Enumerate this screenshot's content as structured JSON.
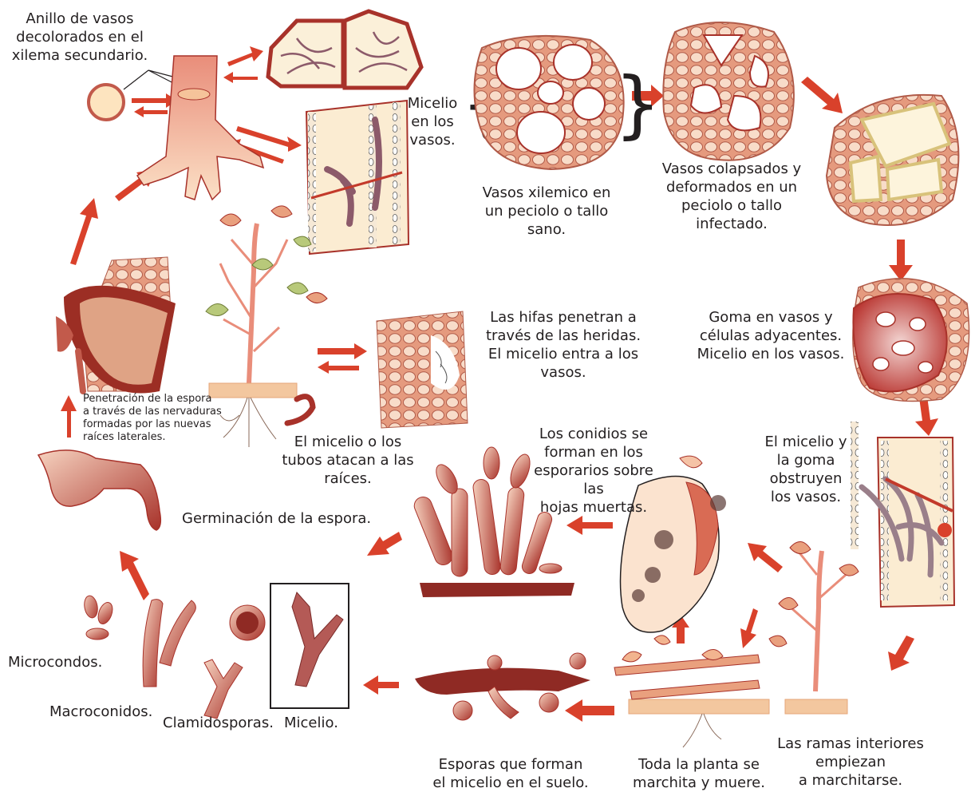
{
  "labels": {
    "ring": "Anillo de vasos\ndecolorados en el\nxilema secundario.",
    "mycelium_vessels": "Micelio\nen los\nvasos.",
    "healthy_vessels": "Vasos xilemico en\nun peciolo o tallo\nsano.",
    "collapsed_vessels": "Vasos colapsados y\ndeformados en un\npeciolo o tallo\ninfectado.",
    "gum": "Goma en vasos y\ncélulas adyacentes.\nMicelio en los vasos.",
    "hyphae": "Las hifas penetran a\ntravés de las heridas.\nEl micelio entra a los\nvasos.",
    "penetration": "Penetración de la espora\na través de las nervaduras\nformadas por las nuevas\nraíces laterales.",
    "roots_attack": "El micelio o los\ntubos atacan a las\nraíces.",
    "conidia": "Los conidios se\nforman en los\nesporarios sobre las\nhojas muertas.",
    "obstruct": "El micelio y\nla goma\nobstruyen\nlos vasos.",
    "germination": "Germinación de la espora.",
    "microconidia": "Microcondos.",
    "macroconidia": "Macroconidos.",
    "chlamydospores": "Clamidosporas.",
    "mycelium": "Micelio.",
    "spores_soil": "Esporas que forman\nel micelio en el suelo.",
    "plant_dies": "Toda la planta se\nmarchita y muere.",
    "branches_wilt": "Las ramas interiores\nempiezan\na marchitarse."
  },
  "colors": {
    "arrow": "#d9412b",
    "tissue": "#e8a48c",
    "tissue_dark": "#a8322a",
    "cell_fill": "#f6d7c3",
    "hypha": "#8c5a6a",
    "stem": "#f2b48f",
    "leaf": "#b8c97a",
    "soil": "#f3c79f",
    "text": "#231f20"
  }
}
